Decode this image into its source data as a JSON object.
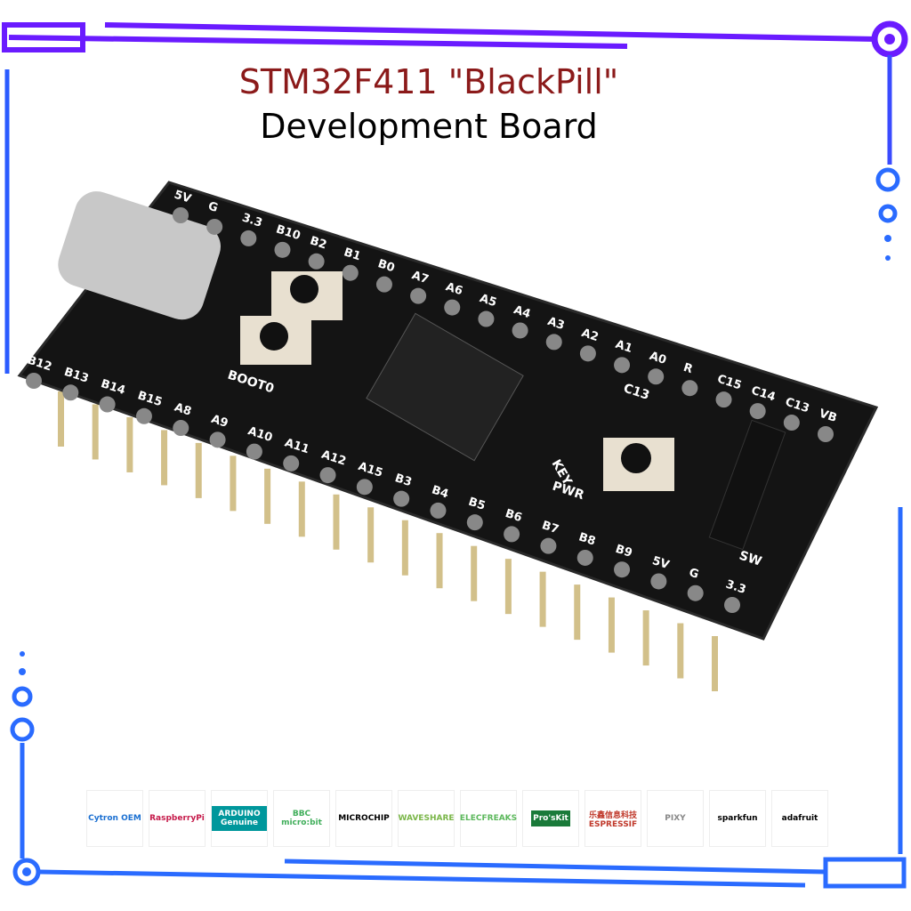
{
  "title": {
    "line1": "STM32F411 \"BlackPill\"",
    "line2": "Development Board"
  },
  "colors": {
    "frame": "#6a1bff",
    "frame_blue": "#2a6bff",
    "title_red": "#8b1a1a",
    "board": "#111111",
    "pins": "#c9b27a"
  },
  "board": {
    "top_row_labels": [
      "5V",
      "G",
      "3.3",
      "B10",
      "B2",
      "B1",
      "B0",
      "A7",
      "A6",
      "A5",
      "A4",
      "A3",
      "A2",
      "A1",
      "A0",
      "R",
      "C15",
      "C14",
      "C13",
      "VB"
    ],
    "bottom_row_labels": [
      "B12",
      "B13",
      "B14",
      "B15",
      "A8",
      "A9",
      "A10",
      "A11",
      "A12",
      "A15",
      "B3",
      "B4",
      "B5",
      "B6",
      "B7",
      "B8",
      "B9",
      "5V",
      "G",
      "3.3"
    ],
    "misc_labels": {
      "boot": "BOOT0",
      "key": "KEY",
      "pwr": "PWR",
      "led": "C13",
      "swd": "SW"
    }
  },
  "logos": [
    {
      "text": "Cytron OEM",
      "color": "#1a6fd1"
    },
    {
      "text": "RaspberryPi",
      "color": "#c51a4a"
    },
    {
      "text": "ARDUINO Genuine",
      "color": "#ffffff",
      "bg": "#00979c"
    },
    {
      "text": "BBC micro:bit",
      "color": "#3fae5a"
    },
    {
      "text": "MICROCHIP",
      "color": "#000000"
    },
    {
      "text": "WAVESHARE",
      "color": "#7ab648"
    },
    {
      "text": "ELECFREAKS",
      "color": "#5cb85c"
    },
    {
      "text": "Pro'sKit",
      "color": "#ffffff",
      "bg": "#1a7a3a"
    },
    {
      "text": "乐鑫信息科技 ESPRESSIF",
      "color": "#c0392b"
    },
    {
      "text": "PIXY",
      "color": "#888888"
    },
    {
      "text": "sparkfun",
      "color": "#000000"
    },
    {
      "text": "adafruit",
      "color": "#000000"
    }
  ]
}
